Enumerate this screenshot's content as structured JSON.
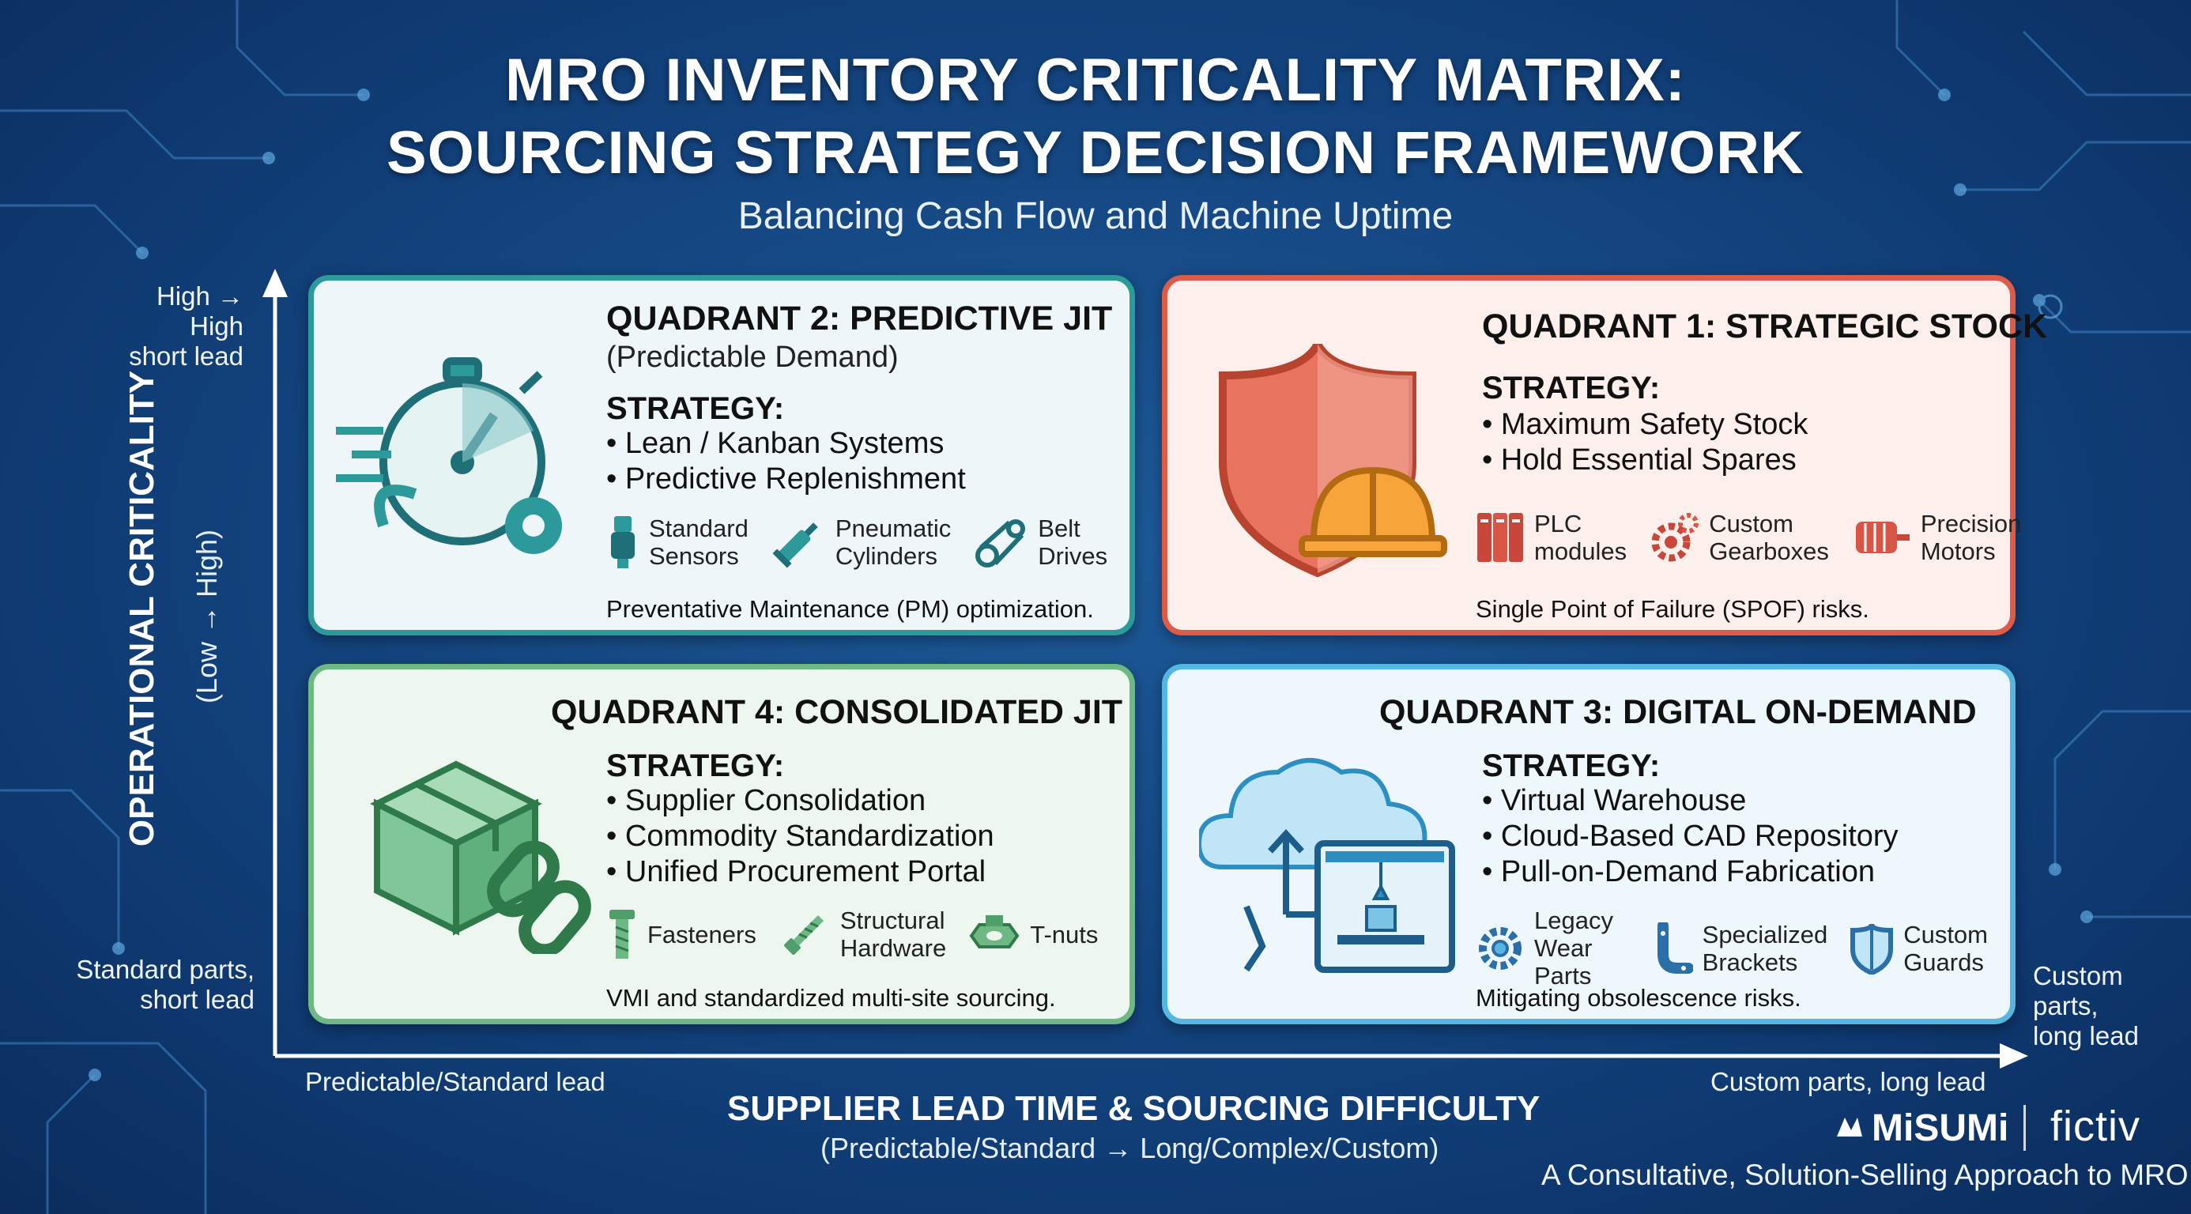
{
  "header": {
    "title_line1": "MRO INVENTORY CRITICALITY MATRIX:",
    "title_line2": "SOURCING STRATEGY DECISION FRAMEWORK",
    "subtitle": "Balancing Cash Flow and Machine Uptime"
  },
  "y_axis": {
    "title": "OPERATIONAL CRITICALITY",
    "subtitle": "(Low → High)",
    "top_label_line1": "High → High",
    "top_label_line2": "short lead",
    "bottom_label_line1": "Standard parts,",
    "bottom_label_line2": "short lead"
  },
  "x_axis": {
    "title": "SUPPLIER LEAD TIME & SOURCING DIFFICULTY",
    "subtitle": "(Predictable/Standard → Long/Complex/Custom)",
    "left_label": "Predictable/Standard lead",
    "right_label": "Custom parts, long lead",
    "far_right_label_line1": "Custom parts,",
    "far_right_label_line2": "long lead"
  },
  "quadrants": {
    "q2": {
      "title": "QUADRANT 2: PREDICTIVE JIT",
      "subtitle": "(Predictable Demand)",
      "strategy_label": "STRATEGY:",
      "bullets": [
        "Lean / Kanban Systems",
        "Predictive Replenishment"
      ],
      "items": [
        {
          "label": "Standard\nSensors",
          "icon": "sensor-icon"
        },
        {
          "label": "Pneumatic\nCylinders",
          "icon": "pneumatic-cylinder-icon"
        },
        {
          "label": "Belt\nDrives",
          "icon": "belt-drive-icon"
        }
      ],
      "note": "Preventative Maintenance (PM) optimization.",
      "color": "#2c9a9a"
    },
    "q1": {
      "title": "QUADRANT 1: STRATEGIC STOCK",
      "strategy_label": "STRATEGY:",
      "bullets": [
        "Maximum Safety Stock",
        "Hold Essential Spares"
      ],
      "items": [
        {
          "label": "PLC\nmodules",
          "icon": "plc-module-icon"
        },
        {
          "label": "Custom\nGearboxes",
          "icon": "gearbox-icon"
        },
        {
          "label": "Precision\nMotors",
          "icon": "motor-icon"
        }
      ],
      "note": "Single Point of Failure (SPOF) risks.",
      "color": "#e05a48"
    },
    "q4": {
      "title": "QUADRANT 4: CONSOLIDATED JIT",
      "strategy_label": "STRATEGY:",
      "bullets": [
        "Supplier Consolidation",
        "Commodity Standardization",
        "Unified Procurement Portal"
      ],
      "items": [
        {
          "label": "Fasteners",
          "icon": "fastener-icon"
        },
        {
          "label": "Structural\nHardware",
          "icon": "bolt-icon"
        },
        {
          "label": "T-nuts",
          "icon": "t-nut-icon"
        }
      ],
      "note": "VMI and standardized multi-site sourcing.",
      "color": "#6eb884"
    },
    "q3": {
      "title": "QUADRANT 3: DIGITAL ON-DEMAND",
      "strategy_label": "STRATEGY:",
      "bullets": [
        "Virtual Warehouse",
        "Cloud-Based CAD Repository",
        "Pull-on-Demand Fabrication"
      ],
      "items": [
        {
          "label": "Legacy\nWear Parts",
          "icon": "wear-part-icon"
        },
        {
          "label": "Specialized\nBrackets",
          "icon": "bracket-icon"
        },
        {
          "label": "Custom\nGuards",
          "icon": "guard-icon"
        }
      ],
      "note": "Mitigating obsolescence risks.",
      "color": "#56b6e2"
    }
  },
  "footer": {
    "brand_1": "MiSUMi",
    "brand_2": "fictiv",
    "tagline": "A Consultative, Solution-Selling Approach to MRO"
  }
}
